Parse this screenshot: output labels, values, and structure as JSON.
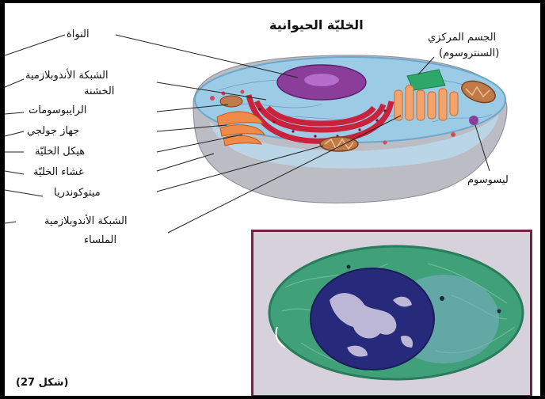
{
  "title": "الخليّة الحيوانية",
  "labels_left": {
    "nucleus": "النواة",
    "rough_er_line1": "الشبكة الأندوبلازمية",
    "rough_er_line2": "الخشنة",
    "ribosomes": "الرايبوسومات",
    "golgi": "جهاز جولجي",
    "cytoskeleton": "هيكل الخليّة",
    "membrane": "غشاء الخليّة",
    "mitochondria": "ميتوكوندريا",
    "smooth_er_line1": "الشبكة الأندوبلازمية",
    "smooth_er_line2": "الملساء"
  },
  "labels_right": {
    "centrosome_line1": "الجسم المركزي",
    "centrosome_line2": "(السنتروسوم)",
    "lysosome": "ليسوسوم"
  },
  "caption": "(شكل 27)",
  "colors": {
    "frame_border": "#000000",
    "micro_border": "#7a1f45",
    "cytoplasm": "#8fc3e0",
    "nucleus": "#8a3e9a",
    "rough_er": "#c8223c",
    "golgi": "#f3a36c"
  }
}
